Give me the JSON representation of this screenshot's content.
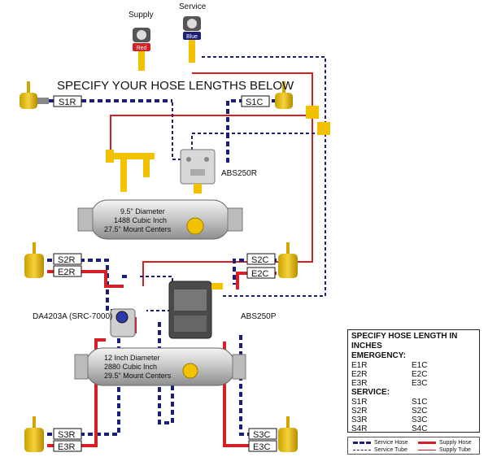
{
  "header": {
    "instruction": "SPECIFY YOUR HOSE LENGTHS BELOW"
  },
  "gladhands": {
    "supply_label": "Supply",
    "supply_badge": "Red",
    "service_label": "Service",
    "service_badge": "Blue"
  },
  "hose_labels": {
    "S1R": "S1R",
    "S1C": "S1C",
    "S2R": "S2R",
    "S2C": "S2C",
    "E2R": "E2R",
    "E2C": "E2C",
    "S3R": "S3R",
    "S3C": "S3C",
    "E3R": "E3R",
    "E3C": "E3C"
  },
  "components": {
    "abs_top": "ABS250R",
    "abs_bottom": "ABS250P",
    "relay_valve": "DA4203A  (SRC-7000)"
  },
  "tank_top": {
    "line1": "9.5\" Diameter",
    "line2": "1488 Cubic Inch",
    "line3": "27.5\" Mount Centers"
  },
  "tank_bottom": {
    "line1": "12 Inch Diameter",
    "line2": "2880 Cubic Inch",
    "line3": "29.5\" Mount Centers"
  },
  "spec_table": {
    "title": "SPECIFY HOSE LENGTH IN INCHES",
    "emergency_heading": "EMERGENCY:",
    "emergency": [
      [
        "E1R",
        "E1C"
      ],
      [
        "E2R",
        "E2C"
      ],
      [
        "E3R",
        "E3C"
      ]
    ],
    "service_heading": "SERVICE:",
    "service": [
      [
        "S1R",
        "S1C"
      ],
      [
        "S2R",
        "S2C"
      ],
      [
        "S3R",
        "S3C"
      ],
      [
        "S4R",
        "S4C"
      ]
    ]
  },
  "legend": {
    "service_hose": "Service Hose",
    "service_tube": "Service Tube",
    "supply_hose": "Supply Hose",
    "supply_tube": "Supply Tube",
    "service_color": "#1b1f7a",
    "supply_color": "#d62026"
  }
}
